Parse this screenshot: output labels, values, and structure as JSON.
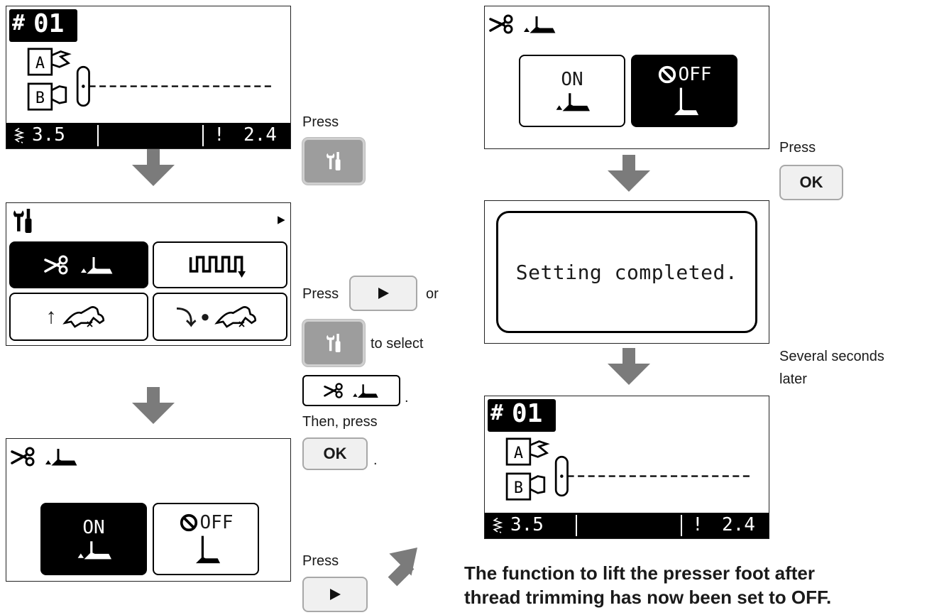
{
  "screen_home": {
    "pattern_number": "01",
    "stitch_length": "3.5",
    "stitch_width": "2.4"
  },
  "steps": {
    "press": "Press",
    "or": "or",
    "to_select": "to select",
    "period": ".",
    "then_press": "Then, press",
    "several_seconds": "Several seconds",
    "later": "later"
  },
  "buttons": {
    "ok": "OK"
  },
  "setting_screen": {
    "on": "ON",
    "off": "OFF"
  },
  "message": {
    "text": "Setting completed."
  },
  "caption": {
    "line1": "The function to lift the presser foot after",
    "line2": "thread trimming has now been set to OFF."
  },
  "icons": [
    "settings-icon",
    "scissors-icon",
    "presser-foot-icon",
    "play-arrow-icon",
    "no-icon",
    "thread-tension-icon"
  ],
  "colors": {
    "arrow_gray": "#7b7b7b",
    "tool_button": "#9d9d9d",
    "light_button": "#f0f0f0",
    "lcd_black": "#000000"
  }
}
